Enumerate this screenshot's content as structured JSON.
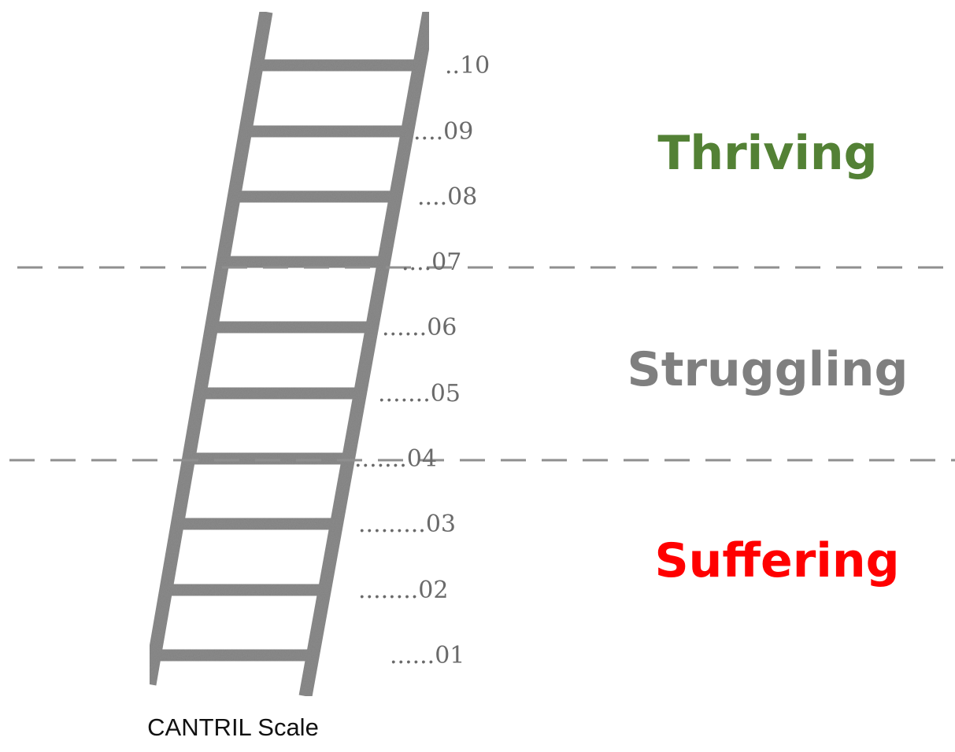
{
  "rung_labels": [
    "..10",
    "....09",
    "....08",
    "....07",
    "......06",
    ".......05",
    ".......04",
    ".........03",
    "........02",
    "......01"
  ],
  "zones": {
    "thriving": {
      "label": "Thriving",
      "color": "#538135"
    },
    "struggling": {
      "label": "Struggling",
      "color": "#7f7f7f"
    },
    "suffering": {
      "label": "Suffering",
      "color": "#ff0000"
    }
  },
  "caption": "CANTRIL Scale",
  "ladder_color": "#8c8c8c",
  "divider_color": "#8f8f8f"
}
